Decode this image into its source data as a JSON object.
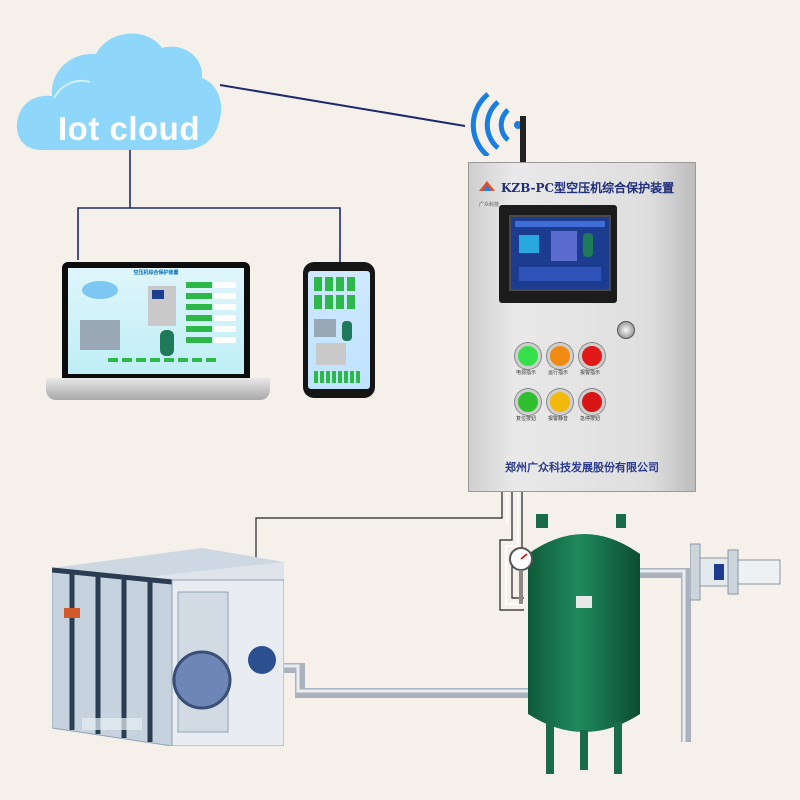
{
  "cloud": {
    "label": "Iot cloud",
    "fill": "#8fd6fb",
    "text_color": "#ffffff"
  },
  "cabinet": {
    "title": "KZB-PC型空压机综合保护装置",
    "company": "郑州广众科技发展股份有限公司",
    "logo_text": "广众科技",
    "title_color": "#1f2e7a",
    "lamps": [
      {
        "color": "#36e04a",
        "label": "电源指示"
      },
      {
        "color": "#f08a12",
        "label": "运行指示"
      },
      {
        "color": "#e01818",
        "label": "报警指示"
      },
      {
        "color": "#2fbf2f",
        "label": "复位按钮"
      },
      {
        "color": "#f2b90c",
        "label": "报警静音"
      },
      {
        "color": "#d91515",
        "label": "急停按钮"
      }
    ]
  },
  "laptop": {
    "screen_title": "空压机综合保护装置"
  },
  "wifi": {
    "color": "#1a7de0"
  },
  "pipe": {
    "color": "#c9cfd6"
  }
}
